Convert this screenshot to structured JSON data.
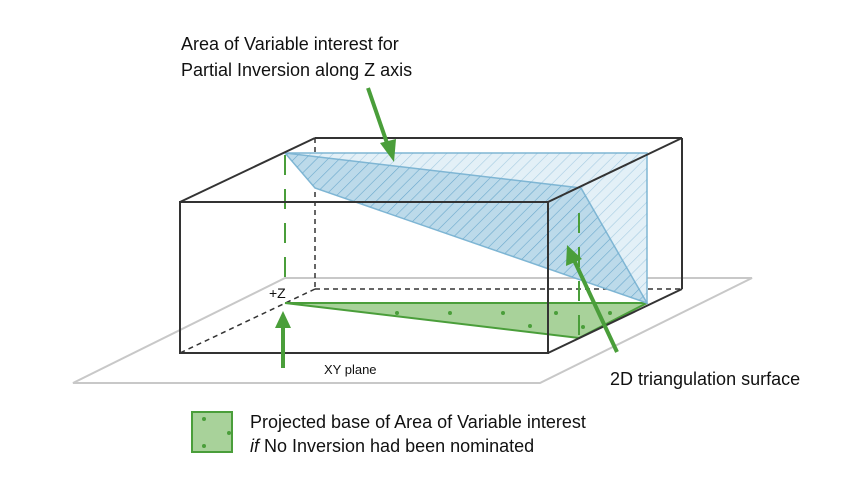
{
  "title_lines": [
    "Area of Variable interest for",
    "Partial Inversion along Z axis"
  ],
  "z_label": "+Z",
  "plane_label": "XY plane",
  "surface_label": "2D triangulation surface",
  "legend": {
    "line1": "Projected base of Area of Variable interest",
    "line2_italic": "if",
    "line2_rest": " No Inversion had been nominated"
  },
  "colors": {
    "green": "#4a9e3a",
    "green_fill": "#a8d29a",
    "blue_line": "#7fb6d4",
    "blue_fill": "#c7e0ee",
    "box": "#333333",
    "plane": "#c8c8c8"
  }
}
